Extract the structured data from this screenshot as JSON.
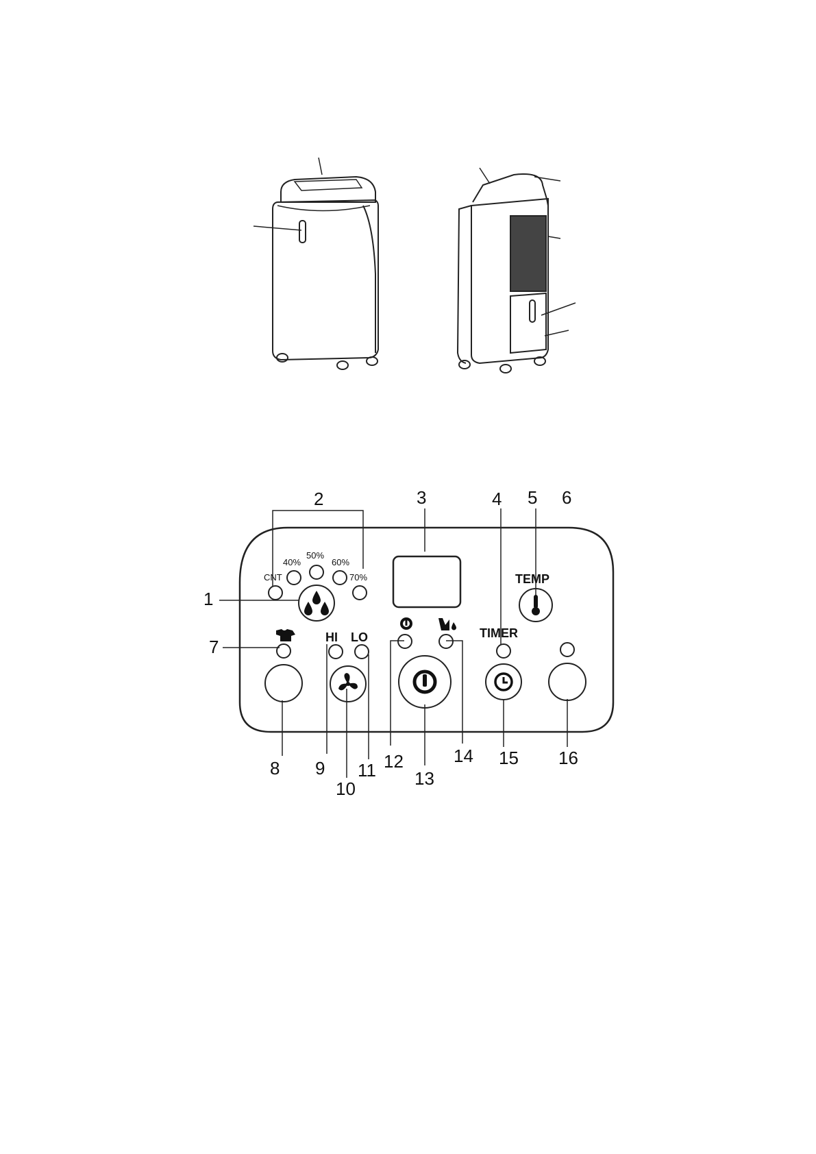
{
  "panel": {
    "callouts": [
      "1",
      "2",
      "3",
      "4",
      "5",
      "6",
      "7",
      "8",
      "9",
      "10",
      "11",
      "12",
      "13",
      "14",
      "15",
      "16"
    ],
    "humidity_labels": {
      "cnt": "CNT",
      "p40": "40%",
      "p50": "50%",
      "p60": "60%",
      "p70": "70%"
    },
    "text_labels": {
      "temp": "TEMP",
      "timer": "TIMER",
      "hi": "HI",
      "lo": "LO"
    }
  },
  "icons": [
    "humidity-drops-icon",
    "thermometer-icon",
    "shirt-icon",
    "fan-icon",
    "power-icon",
    "power-small-icon",
    "tank-full-icon",
    "timer-clock-icon"
  ]
}
